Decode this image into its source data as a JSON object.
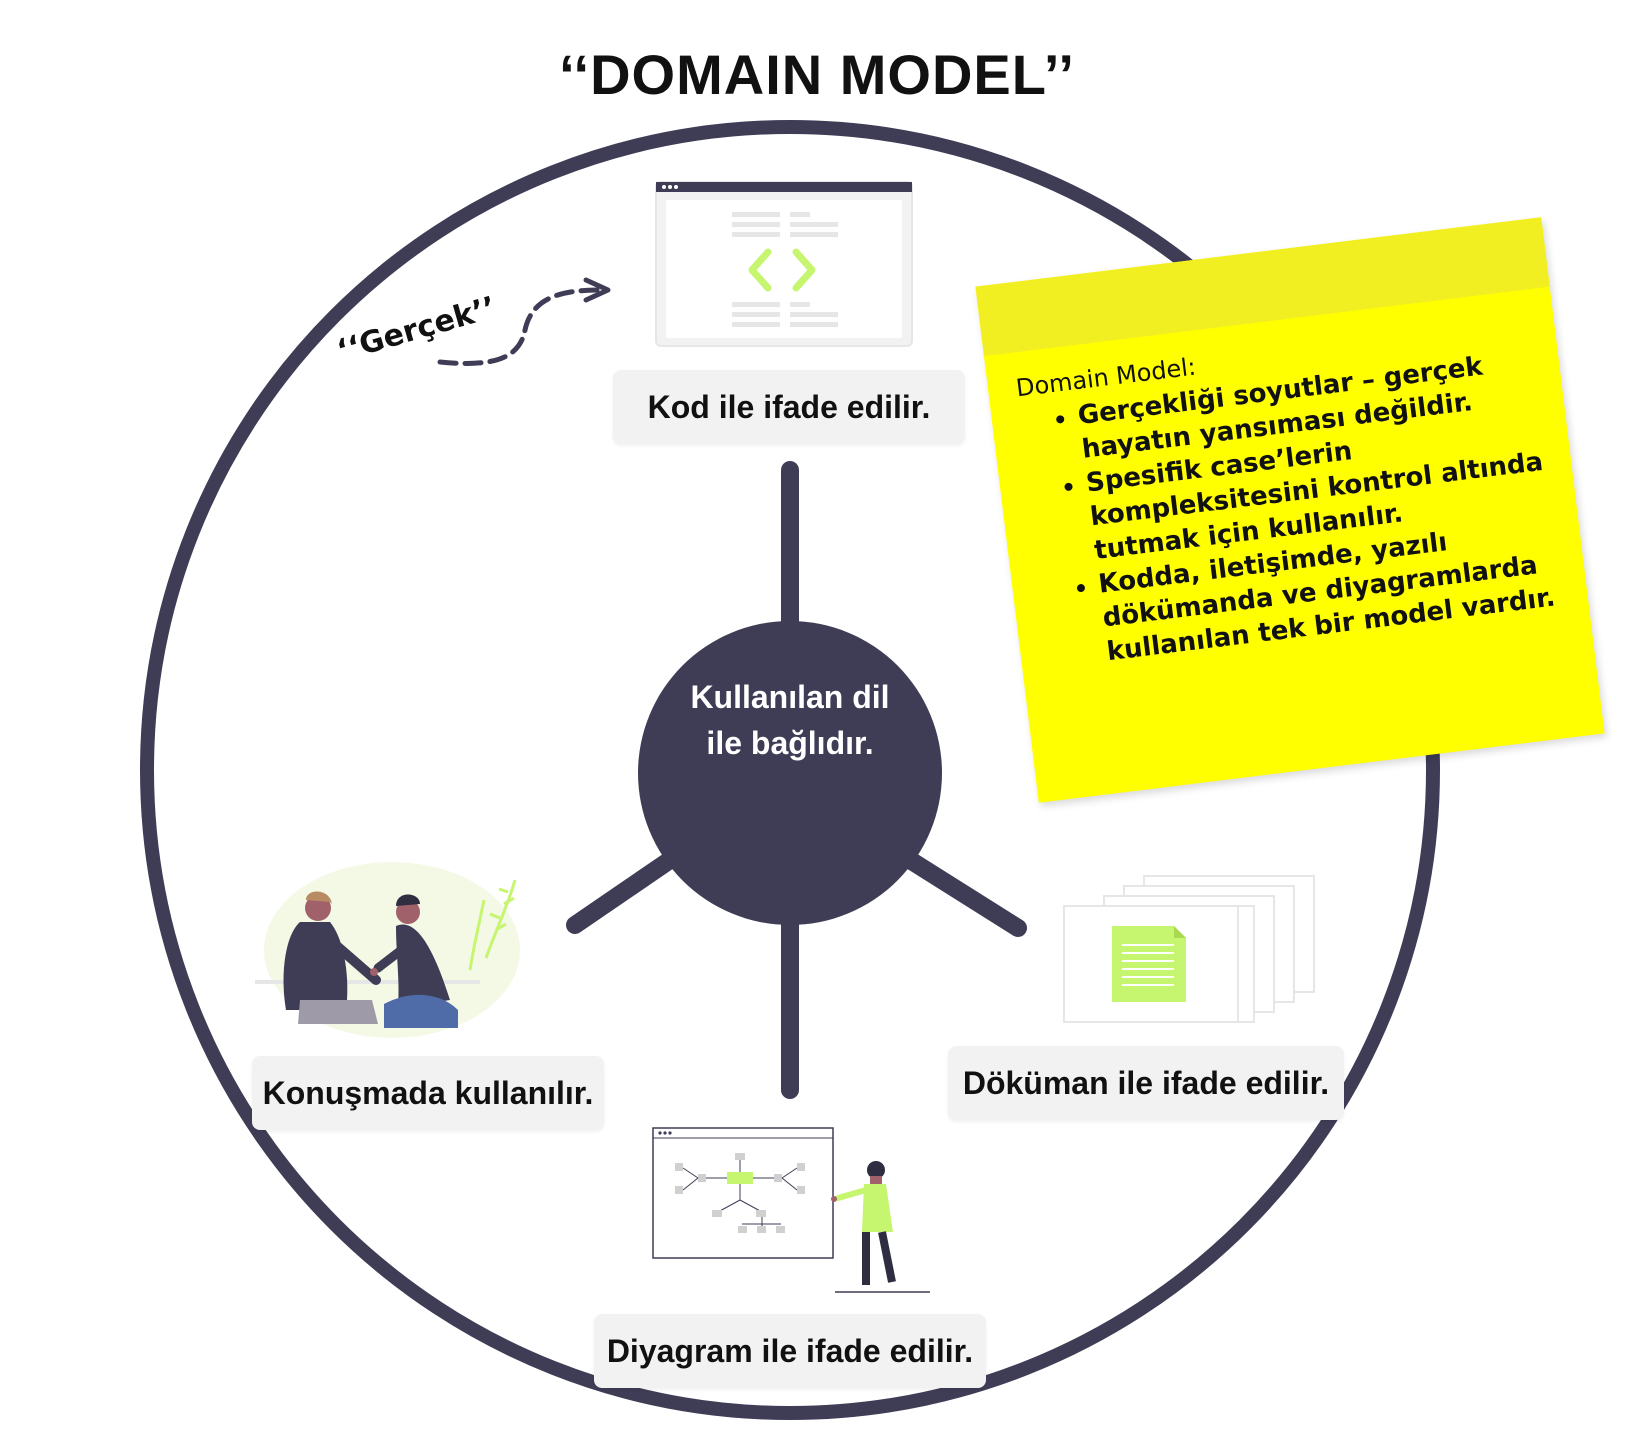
{
  "title": "‘‘DOMAIN MODEL’’",
  "center": {
    "line1": "Kullanılan dil",
    "line2": "ile bağlıdır."
  },
  "labels": {
    "code": "Kod ile ifade edilir.",
    "document": "Döküman ile ifade edilir.",
    "diagram": "Diyagram ile ifade edilir.",
    "conversation": "Konuşmada kullanılır."
  },
  "arrow_text": "‘‘Gerçek’’",
  "sticky_note": {
    "heading": "Domain Model:",
    "items": [
      "Gerçekliği soyutlar – gerçek hayatın yansıması değildir.",
      "Spesifik case’lerin kompleksitesini kontrol altında tutmak için kullanılır.",
      "Kodda, iletişimde, yazılı dökümanda ve diyagramlarda kullanılan tek bir model vardır."
    ]
  },
  "colors": {
    "dark": "#3f3d56",
    "accent": "#c6f56f",
    "sticky": "#ffff00",
    "label_bg": "#f2f2f2"
  }
}
